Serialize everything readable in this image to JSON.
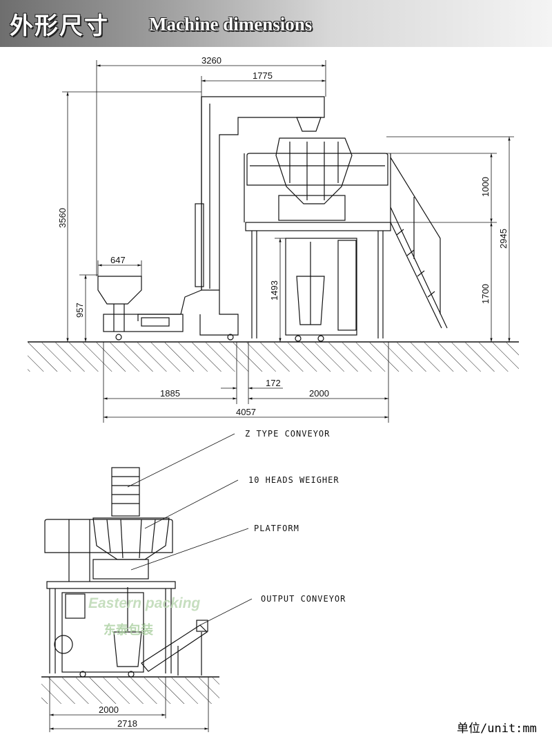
{
  "header": {
    "title_cn": "外形尺寸",
    "title_en": "Machine dimensions"
  },
  "side_view": {
    "dims": {
      "overall_width": "3260",
      "weigher_to_conveyor_top": "1775",
      "total_height": "3560",
      "hopper_width": "647",
      "hopper_height": "957",
      "weigher_height": "1000",
      "platform_top_height": "2945",
      "machine_height": "1493",
      "platform_height": "1700",
      "conveyor_length": "1885",
      "gap": "172",
      "platform_length": "2000",
      "total_length": "4057"
    }
  },
  "front_view": {
    "labels": {
      "z_conveyor": "Z TYPE CONVEYOR",
      "weigher": "10 HEADS WEIGHER",
      "platform": "PLATFORM",
      "output_conveyor": "OUTPUT CONVEYOR"
    },
    "dims": {
      "platform_width": "2000",
      "total_width": "2718"
    },
    "watermark_en": "Eastern packing",
    "watermark_cn": "东泰包装"
  },
  "footer": {
    "unit": "单位/unit:mm"
  }
}
